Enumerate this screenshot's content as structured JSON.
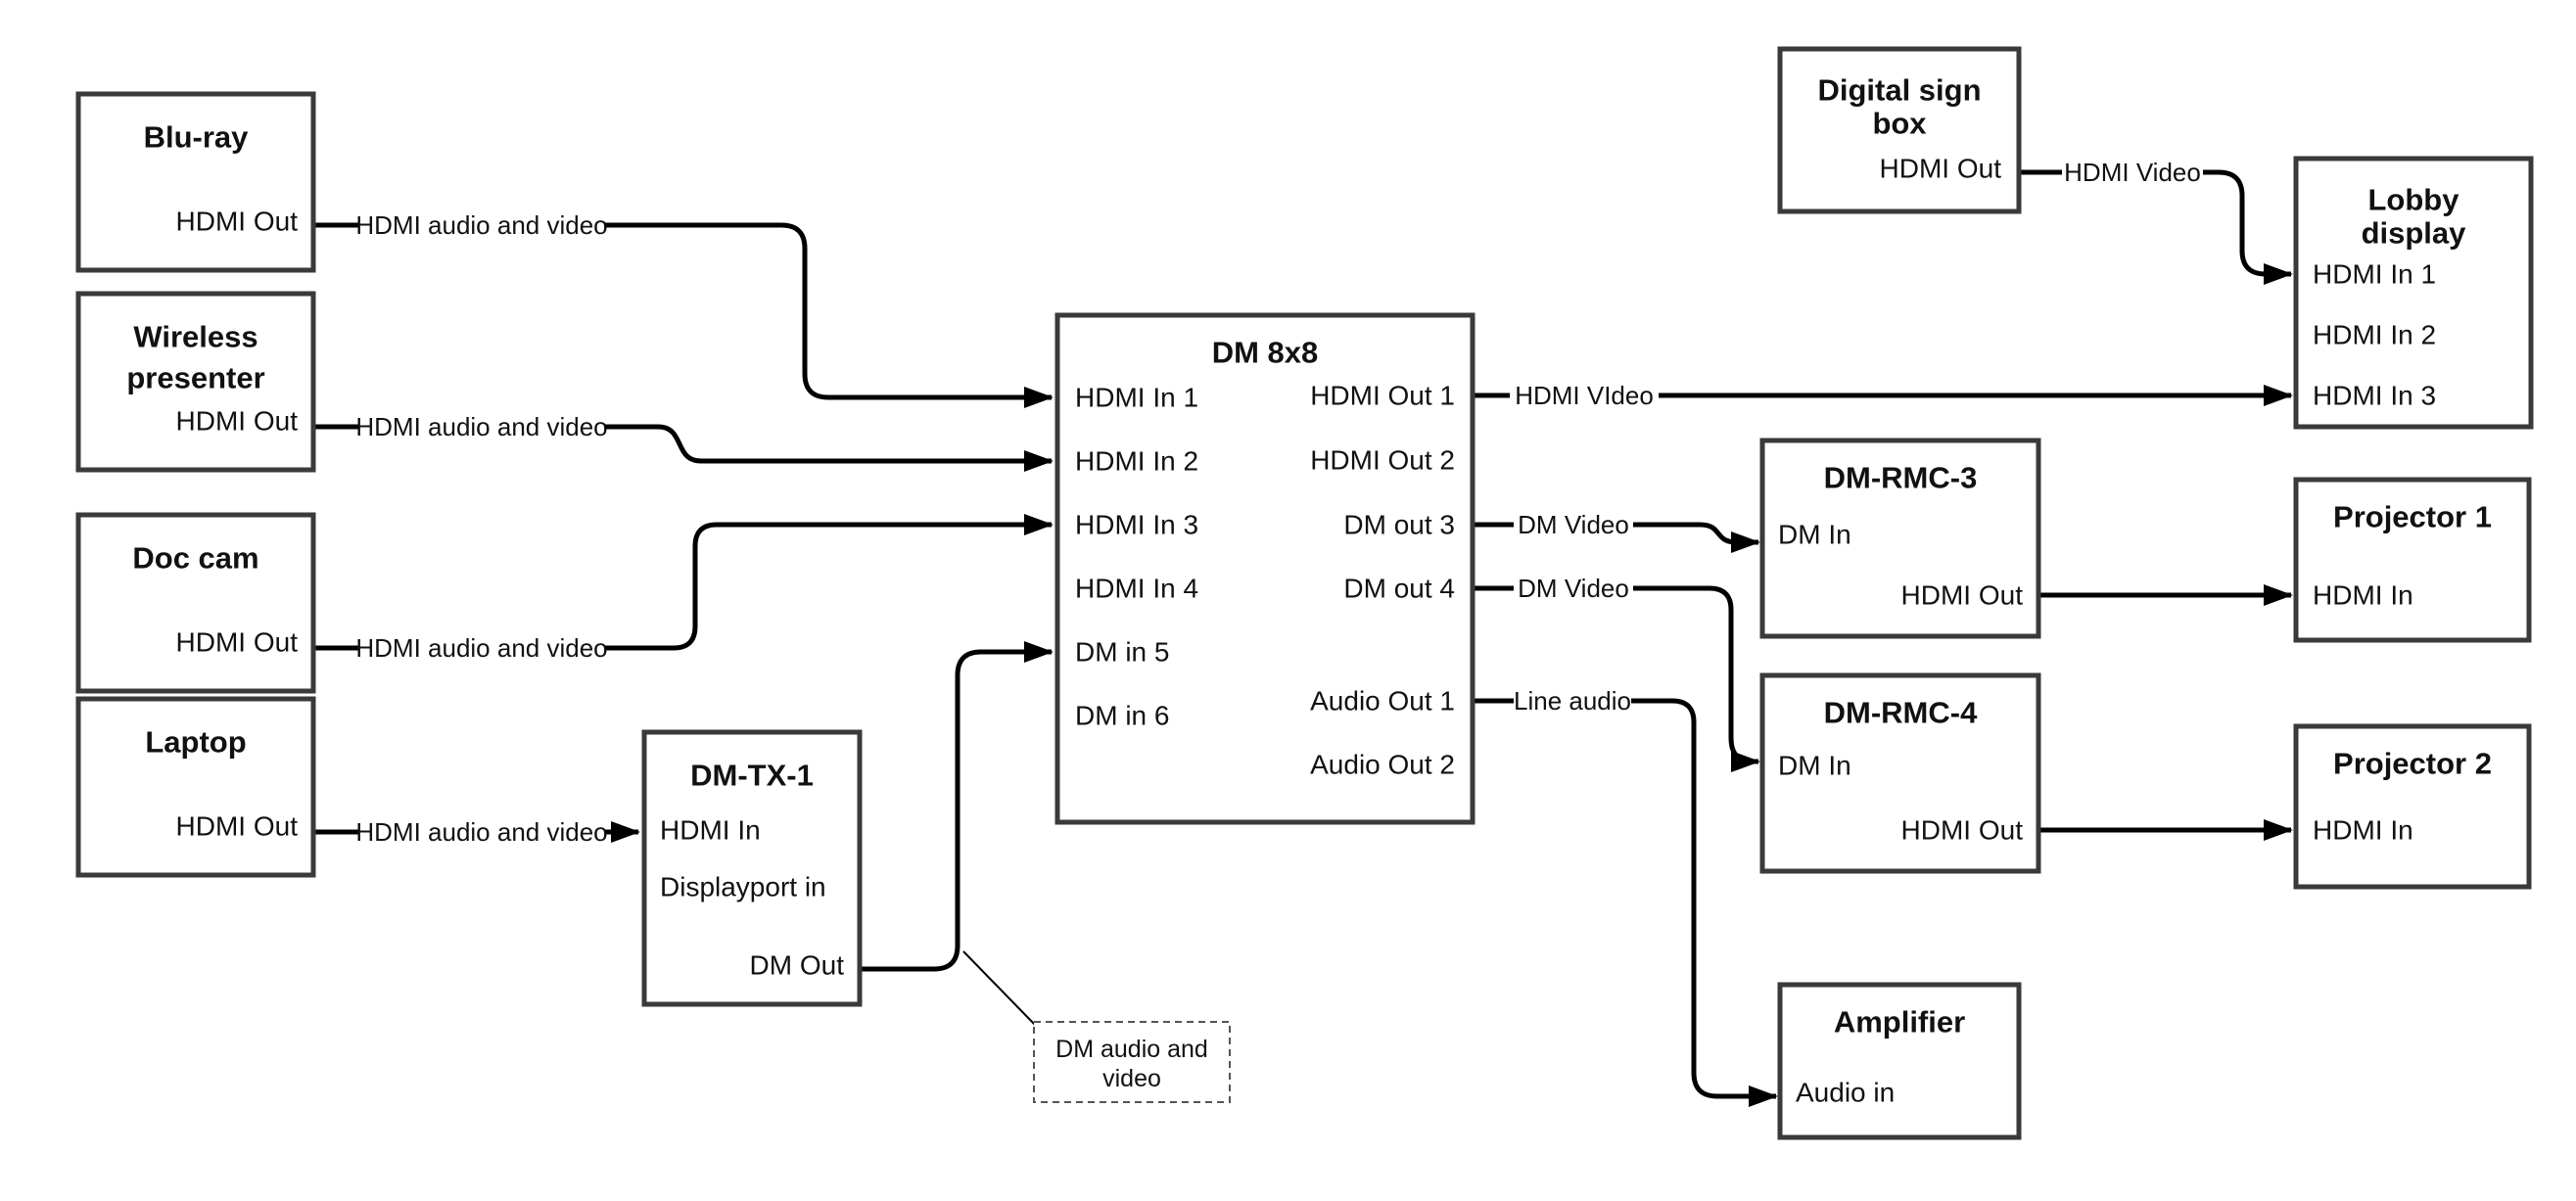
{
  "diagram": {
    "background": "#ffffff",
    "line_color": "#000000",
    "box_border_color": "#3a3a3a",
    "text_color": "#111111"
  },
  "nodes": {
    "bluray": {
      "title": "Blu-ray",
      "port": "HDMI Out"
    },
    "wireless": {
      "title1": "Wireless",
      "title2": "presenter",
      "port": "HDMI Out"
    },
    "doccam": {
      "title": "Doc cam",
      "port": "HDMI Out"
    },
    "laptop": {
      "title": "Laptop",
      "port": "HDMI Out"
    },
    "dmtx1": {
      "title": "DM-TX-1",
      "hdmi_in": "HDMI In",
      "displayport_in": "Displayport in",
      "dm_out": "DM Out"
    },
    "dm8x8": {
      "title": "DM 8x8",
      "inputs": [
        "HDMI In 1",
        "HDMI In 2",
        "HDMI In 3",
        "HDMI In 4",
        "DM in 5",
        "DM in 6"
      ],
      "outputs": [
        "HDMI Out 1",
        "HDMI Out 2",
        "DM out 3",
        "DM out 4",
        "Audio Out 1",
        "Audio Out 2"
      ]
    },
    "digitalsign": {
      "title1": "Digital sign",
      "title2": "box",
      "port": "HDMI Out"
    },
    "lobby": {
      "title1": "Lobby",
      "title2": "display",
      "inputs": [
        "HDMI In 1",
        "HDMI In 2",
        "HDMI In 3"
      ]
    },
    "dmrmc3": {
      "title": "DM-RMC-3",
      "dm_in": "DM In",
      "hdmi_out": "HDMI Out"
    },
    "projector1": {
      "title": "Projector 1",
      "port": "HDMI In"
    },
    "dmrmc4": {
      "title": "DM-RMC-4",
      "dm_in": "DM In",
      "hdmi_out": "HDMI Out"
    },
    "projector2": {
      "title": "Projector 2",
      "port": "HDMI In"
    },
    "amplifier": {
      "title": "Amplifier",
      "port": "Audio in"
    }
  },
  "edges": {
    "bluray_dm8x8": {
      "label": "HDMI audio and video"
    },
    "wireless_dm8x8": {
      "label": "HDMI audio and video"
    },
    "doccam_dm8x8": {
      "label": "HDMI audio and video"
    },
    "laptop_dmtx1": {
      "label": "HDMI audio and video"
    },
    "hdmiout1_lobby": {
      "label": "HDMI VIdeo"
    },
    "digitalsign_lobby": {
      "label": "HDMI Video"
    },
    "dmout3_dmrmc3": {
      "label": "DM Video"
    },
    "dmout4_dmrmc4": {
      "label": "DM Video"
    },
    "audioout1_amplifier": {
      "label": "Line audio"
    }
  },
  "note": {
    "line1": "DM audio and",
    "line2": "video"
  }
}
